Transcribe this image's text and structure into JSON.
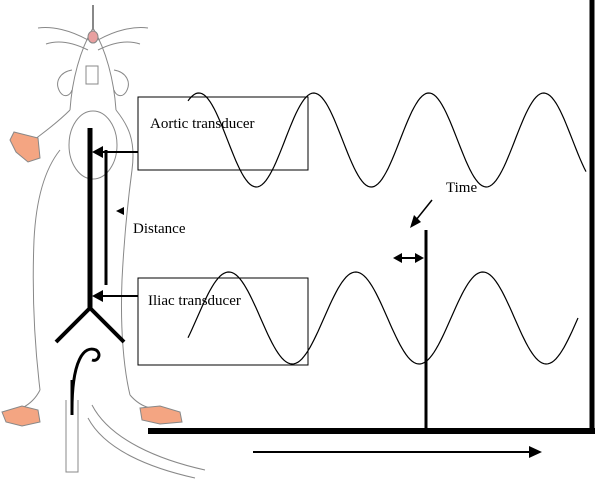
{
  "diagram": {
    "labels": {
      "aortic_transducer": "Aortic transducer",
      "iliac_transducer": "Iliac transducer",
      "distance": "Distance",
      "time": "Time"
    },
    "colors": {
      "line": "#000000",
      "outline": "#888888",
      "skin": "#f4a582",
      "nose": "#e8a0a0",
      "background": "#ffffff"
    }
  }
}
